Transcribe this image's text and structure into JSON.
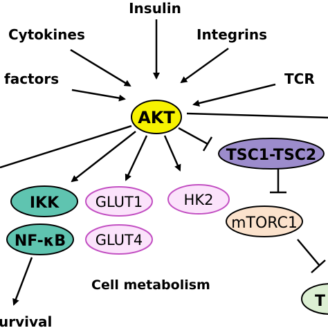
{
  "inputs": {
    "insulin": "Insulin",
    "cytokines": "Cytokines",
    "integrins": "Integrins",
    "growth_factors": "factors",
    "tcr": "TCR"
  },
  "nodes": {
    "akt": "AKT",
    "tsc": "TSC1-TSC2",
    "ikk": "IKK",
    "nfkb": "NF-κB",
    "glut1": "GLUT1",
    "glut4": "GLUT4",
    "hk2": "HK2",
    "mtorc1": "mTORC1",
    "partial_right": "T"
  },
  "labels": {
    "cell_metabolism": "Cell metabolism",
    "survival": "urvival"
  },
  "colors": {
    "akt_fill": "#f6f200",
    "tsc_fill": "#9c8ccc",
    "ikk_fill": "#5fc4b0",
    "glut_fill": "#fbe3fb",
    "glut_stroke": "#c24fc2",
    "mtorc1_fill": "#fbe2cc",
    "partial_fill": "#dcefd3"
  }
}
